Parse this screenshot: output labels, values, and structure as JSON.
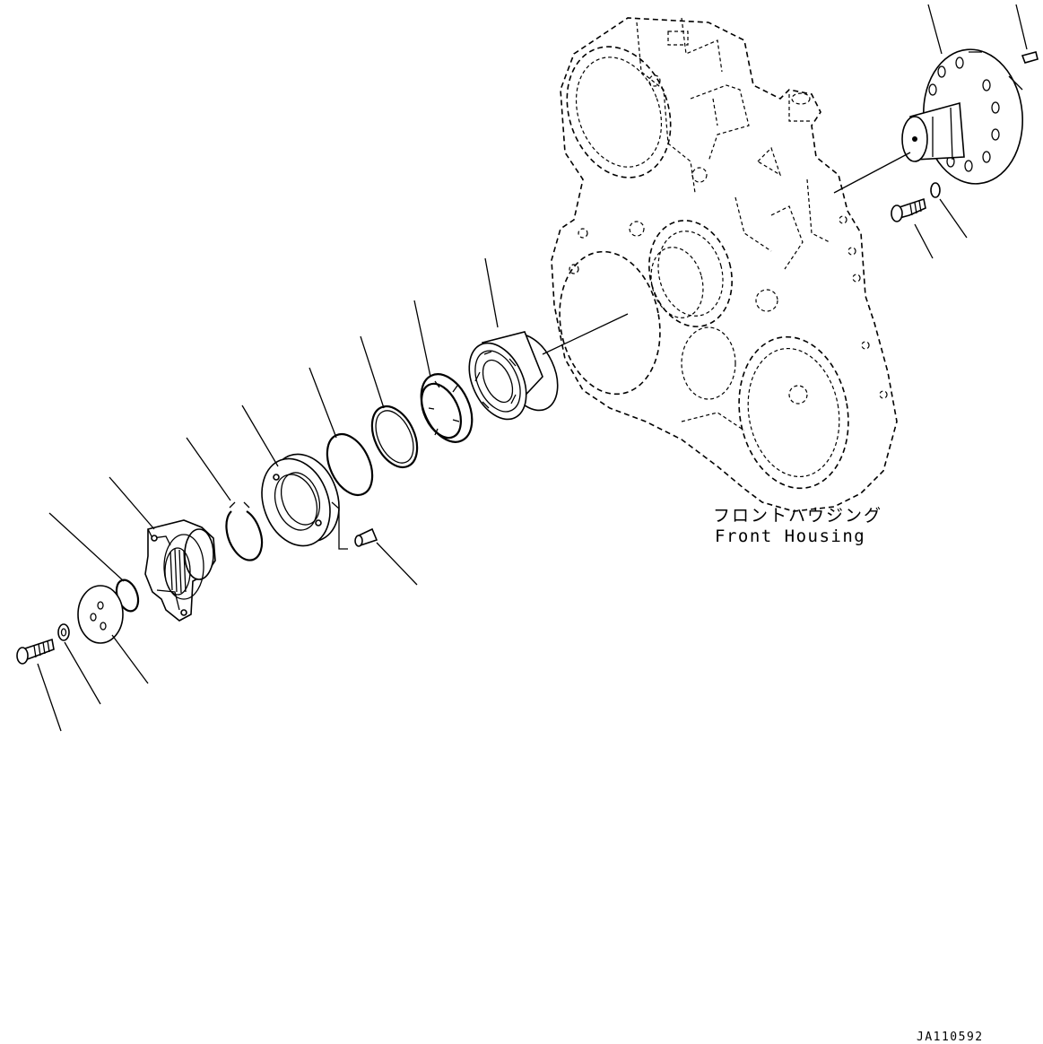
{
  "labels": {
    "housing_jp": "フロントハウジング",
    "housing_en": "Front Housing",
    "doc_id": "JA110592"
  },
  "colors": {
    "line": "#000000",
    "background": "#ffffff"
  }
}
